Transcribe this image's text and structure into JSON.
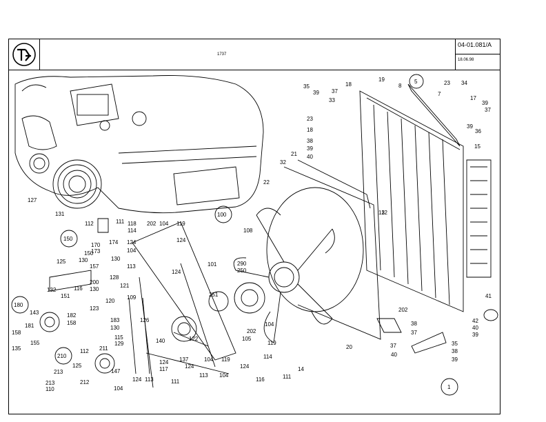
{
  "header": {
    "title": "1737",
    "code": "04-01.081/A",
    "date": "18.06.98",
    "logo_icon": "company-logo-icon"
  },
  "callouts": {
    "c1": "1",
    "c5": "5",
    "c100": "100",
    "c150": "150",
    "c180": "180",
    "c210": "210"
  },
  "parts": [
    "35",
    "39",
    "37",
    "33",
    "18",
    "19",
    "8",
    "23",
    "34",
    "7",
    "17",
    "39",
    "37",
    "39",
    "36",
    "23",
    "18",
    "38",
    "39",
    "40",
    "15",
    "21",
    "32",
    "22",
    "13",
    "127",
    "131",
    "112",
    "111",
    "118",
    "114",
    "202",
    "104",
    "119",
    "124",
    "150",
    "173",
    "170",
    "174",
    "130",
    "125",
    "157",
    "130",
    "113",
    "124",
    "104",
    "124",
    "200",
    "132",
    "116",
    "151",
    "128",
    "121",
    "130",
    "120",
    "123",
    "109",
    "108",
    "101",
    "290",
    "250",
    "251",
    "143",
    "181",
    "182",
    "158",
    "158",
    "135",
    "155",
    "183",
    "126",
    "130",
    "115",
    "129",
    "140",
    "122",
    "105",
    "202",
    "104",
    "119",
    "124",
    "117",
    "137",
    "124",
    "104",
    "113",
    "119",
    "104",
    "124",
    "114",
    "116",
    "111",
    "112",
    "211",
    "213",
    "125",
    "212",
    "213",
    "110",
    "147",
    "124",
    "104",
    "113",
    "111",
    "202",
    "41",
    "42",
    "40",
    "39",
    "38",
    "37",
    "35",
    "38",
    "39",
    "40",
    "37",
    "20",
    "14",
    "12",
    "13"
  ]
}
